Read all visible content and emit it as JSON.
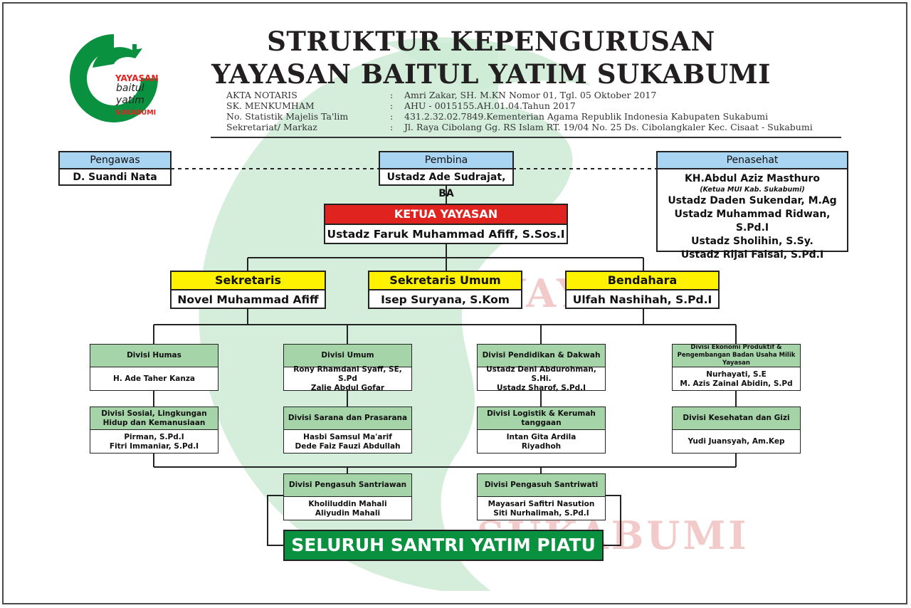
{
  "header": {
    "title_line1": "STRUKTUR KEPENGURUSAN",
    "title_line2": "YAYASAN BAITUL YATIM SUKABUMI",
    "info": [
      {
        "label": "AKTA NOTARIS",
        "value": "Amri Zakar, SH. M.KN Nomor 01, Tgl. 05 Oktober 2017"
      },
      {
        "label": "SK. MENKUMHAM",
        "value": "AHU - 0015155.AH.01.04.Tahun 2017"
      },
      {
        "label": "No. Statistik Majelis Ta'lim",
        "value": "431.2.32.02.7849.Kementerian Agama Republik Indonesia Kabupaten Sukabumi"
      },
      {
        "label": "Sekretariat/ Markaz",
        "value": "Jl. Raya Cibolang Gg. RS Islam RT. 19/04 No. 25 Ds. Cibolangkaler Kec. Cisaat - Sukabumi"
      }
    ],
    "colon": ":"
  },
  "logo": {
    "line1": "YAYASAN",
    "line2": "baitul",
    "line3": "yatim",
    "line4": "SUKABUMI"
  },
  "watermark": {
    "top": "YAYASAN",
    "bottom": "SUKABUMI"
  },
  "pengawas": {
    "title": "Pengawas",
    "name": "D. Suandi Nata"
  },
  "pembina": {
    "title": "Pembina",
    "name": "Ustadz Ade Sudrajat, BA"
  },
  "penasehat": {
    "title": "Penasehat",
    "members": [
      "KH.Abdul Aziz Masthuro",
      "(Ketua MUI Kab. Sukabumi)",
      "Ustadz Daden Sukendar, M.Ag",
      "Ustadz Muhammad Ridwan, S.Pd.I",
      "Ustadz Sholihin, S.Sy.",
      "Ustadz Rijal Faisal, S.Pd.I"
    ]
  },
  "ketua": {
    "title": "KETUA YAYASAN",
    "name": "Ustadz Faruk Muhammad Afiff, S.Sos.I"
  },
  "sekretaris": {
    "title": "Sekretaris",
    "name": "Novel Muhammad Afiff"
  },
  "sekretaris_umum": {
    "title": "Sekretaris Umum",
    "name": "Isep Suryana, S.Kom"
  },
  "bendahara": {
    "title": "Bendahara",
    "name": "Ulfah Nashihah, S.Pd.I"
  },
  "divisions": {
    "humas": {
      "title": "Divisi Humas",
      "members": [
        "H. Ade Taher Kanza"
      ]
    },
    "umum": {
      "title": "Divisi Umum",
      "members": [
        "Rony Rhamdani Syaff, SE, S.Pd",
        "Zalie Abdul Gofar"
      ]
    },
    "pendidikan": {
      "title": "Divisi Pendidikan & Dakwah",
      "members": [
        "Ustadz Deni Abdurohman, S.Hi.",
        "Ustadz Sharof, S.Pd.I"
      ]
    },
    "ekonomi": {
      "title": "Divisi Ekonomi Produktif & Pengembangan Badan Usaha Milik Yayasan",
      "members": [
        "Nurhayati, S.E",
        "M. Azis Zainal Abidin, S.Pd"
      ]
    },
    "sosial": {
      "title": "Divisi Sosial, Lingkungan Hidup dan Kemanusiaan",
      "members": [
        "Pirman, S.Pd.I",
        "Fitri Immaniar, S.Pd.I"
      ]
    },
    "sarana": {
      "title": "Divisi Sarana dan Prasarana",
      "members": [
        "Hasbi Samsul Ma'arif",
        "Dede Faiz Fauzi Abdullah"
      ]
    },
    "logistik": {
      "title": "Divisi Logistik & Kerumah tanggaan",
      "members": [
        "Intan Gita Ardila",
        "Riyadhoh"
      ]
    },
    "kesehatan": {
      "title": "Divisi Kesehatan dan Gizi",
      "members": [
        "Yudi Juansyah, Am.Kep"
      ]
    },
    "santriawan": {
      "title": "Divisi Pengasuh Santriawan",
      "members": [
        "Kholiluddin Mahali",
        "Aliyudin Mahali"
      ]
    },
    "santriwati": {
      "title": "Divisi Pengasuh Santriwati",
      "members": [
        "Mayasari Safitri Nasution",
        "Siti Nurhalimah, S.Pd.I"
      ]
    }
  },
  "bottom": {
    "label": "SELURUH SANTRI YATIM PIATU"
  },
  "colors": {
    "blue_header": "#a9d4f2",
    "red_header": "#e1231f",
    "yellow_header": "#fff200",
    "green_header": "#a5d4a9",
    "bottom_green": "#0a9140",
    "logo_green": "#0a9140",
    "watermark_green": "#cdebd5"
  }
}
